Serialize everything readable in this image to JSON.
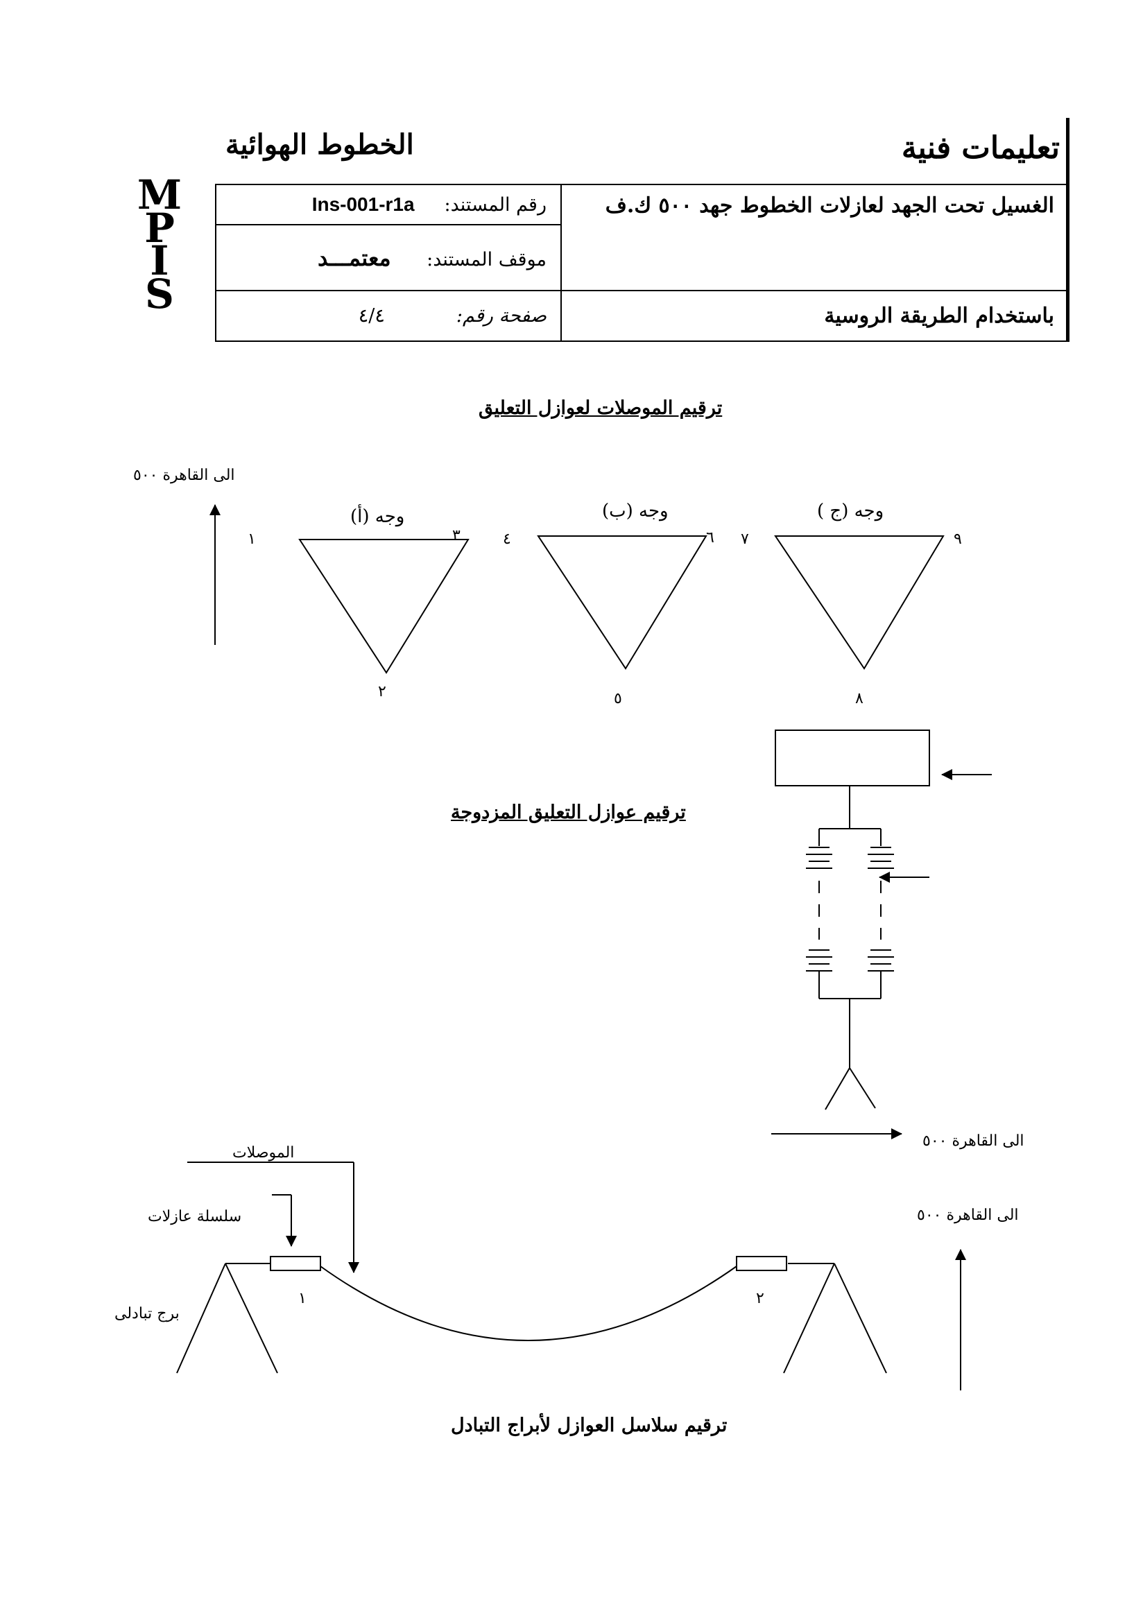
{
  "header": {
    "logo_letters": [
      "M",
      "P",
      "I",
      "S"
    ],
    "left_title": "الخطوط الهوائية",
    "right_title": "تعليمات فنية",
    "doc_title": "الغسيل تحت الجهد لعازلات الخطوط جهد ٥٠٠ ك.ف",
    "doc_subtitle": "باستخدام الطريقة الروسية",
    "doc_number_label": "رقم المستند:",
    "doc_number": "Ins-001-r1a",
    "doc_status_label": "موقف المستند:",
    "doc_status": "معتمـــد",
    "page_label": "صفحة رقم:",
    "page_value": "٤/٤"
  },
  "section1": {
    "title": "ترقيم الموصلات لعوازل التعليق",
    "direction_label": "الى القاهرة ٥٠٠",
    "faces": [
      {
        "label": "وجه (أ)",
        "nums": [
          "١",
          "٣",
          "٢"
        ]
      },
      {
        "label": "وجه (ب)",
        "nums": [
          "٤",
          "٦",
          "٥"
        ]
      },
      {
        "label": "وجه (ج )",
        "nums": [
          "٧",
          "٩",
          "٨"
        ]
      }
    ]
  },
  "section2": {
    "title": "ترقيم عوازل التعليق المزدوجة",
    "direction_label": "الى القاهرة ٥٠٠"
  },
  "section3": {
    "title": "ترقيم سلاسل العوازل لأبراج التبادل",
    "conductors_label": "الموصلات",
    "insulator_chain_label": "سلسلة عازلات",
    "tower_label": "برج تبادلى",
    "num_left": "١",
    "num_right": "٢",
    "direction_label": "الى القاهرة ٥٠٠"
  }
}
